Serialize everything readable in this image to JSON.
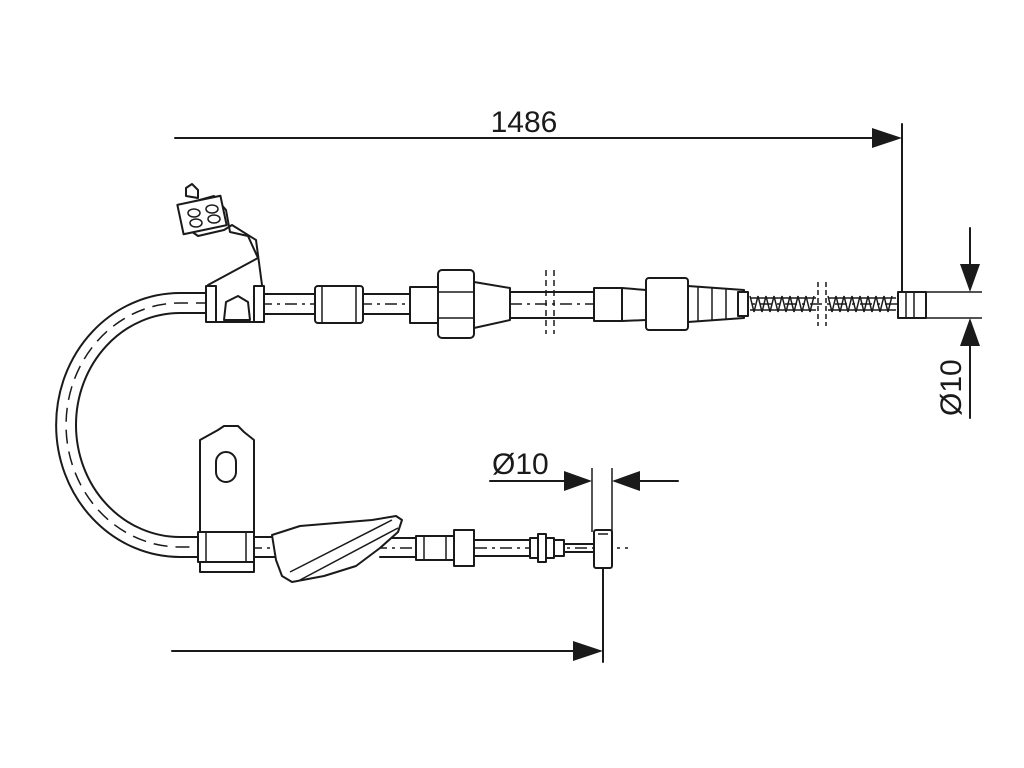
{
  "dimensions": {
    "overall_length": "1486",
    "diameter_top": "Ø10",
    "diameter_bottom": "Ø10"
  }
}
